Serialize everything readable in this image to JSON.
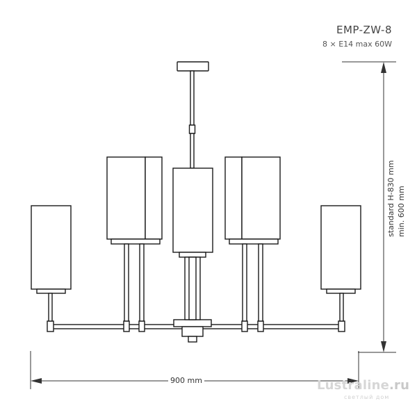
{
  "model": "EMP-ZW-8",
  "spec": "8 × E14 max 60W",
  "dimensions": {
    "width": "900 mm",
    "height_standard": "standard H-830 mm",
    "height_min": "min. 600 mm"
  },
  "watermark": {
    "name": "Lustraline",
    "tld": ".ru",
    "subtitle": "светлый дом"
  }
}
